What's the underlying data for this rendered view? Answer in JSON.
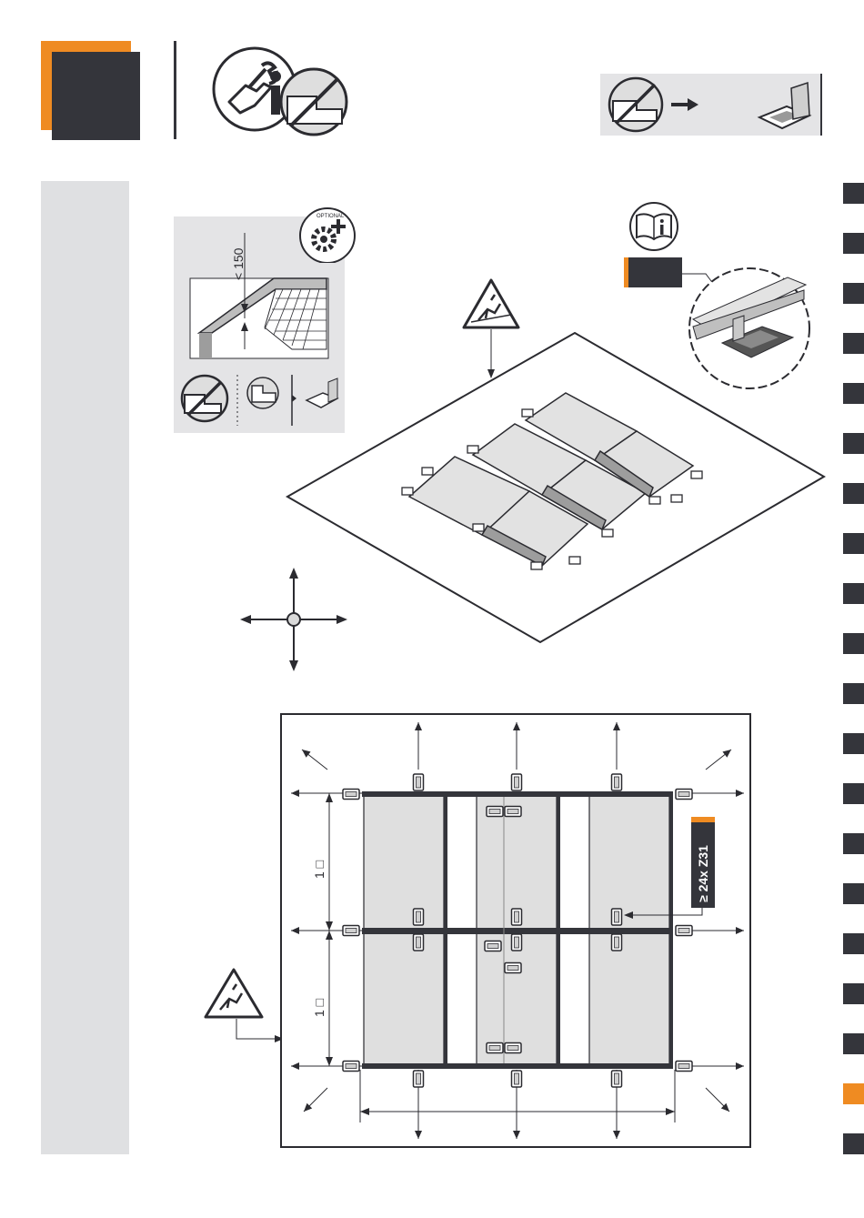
{
  "header": {
    "page_badge": "",
    "tool_icons": [
      "hand-wrench-icon",
      "info-icon",
      "no-edge-icon"
    ]
  },
  "top_right_hint": {
    "icons": [
      "no-edge-icon",
      "arrow-right-icon",
      "clip-plate-icon"
    ]
  },
  "detail_panel": {
    "dimension": "< 150",
    "optional_badge": "OPTIONAL",
    "icons": [
      "optional-gear-icon",
      "no-edge-icon",
      "edge-icon",
      "clip-plate-icon"
    ]
  },
  "manual_callout": {
    "icons": [
      "manual-info-icon",
      "clip-detail-icon"
    ],
    "label": ""
  },
  "warning_icon": "fall-hazard-icon",
  "compass_icon": "four-way-arrow-icon",
  "plan": {
    "row_label_1": "1 □",
    "row_label_2": "1 □",
    "fastener_label": "≥ 24x Z31"
  },
  "colors": {
    "accent": "#ef8b22",
    "dark": "#34353b",
    "panel_gray": "#dfe0e2"
  },
  "side_tabs": {
    "count": 20,
    "active_index": 18
  }
}
